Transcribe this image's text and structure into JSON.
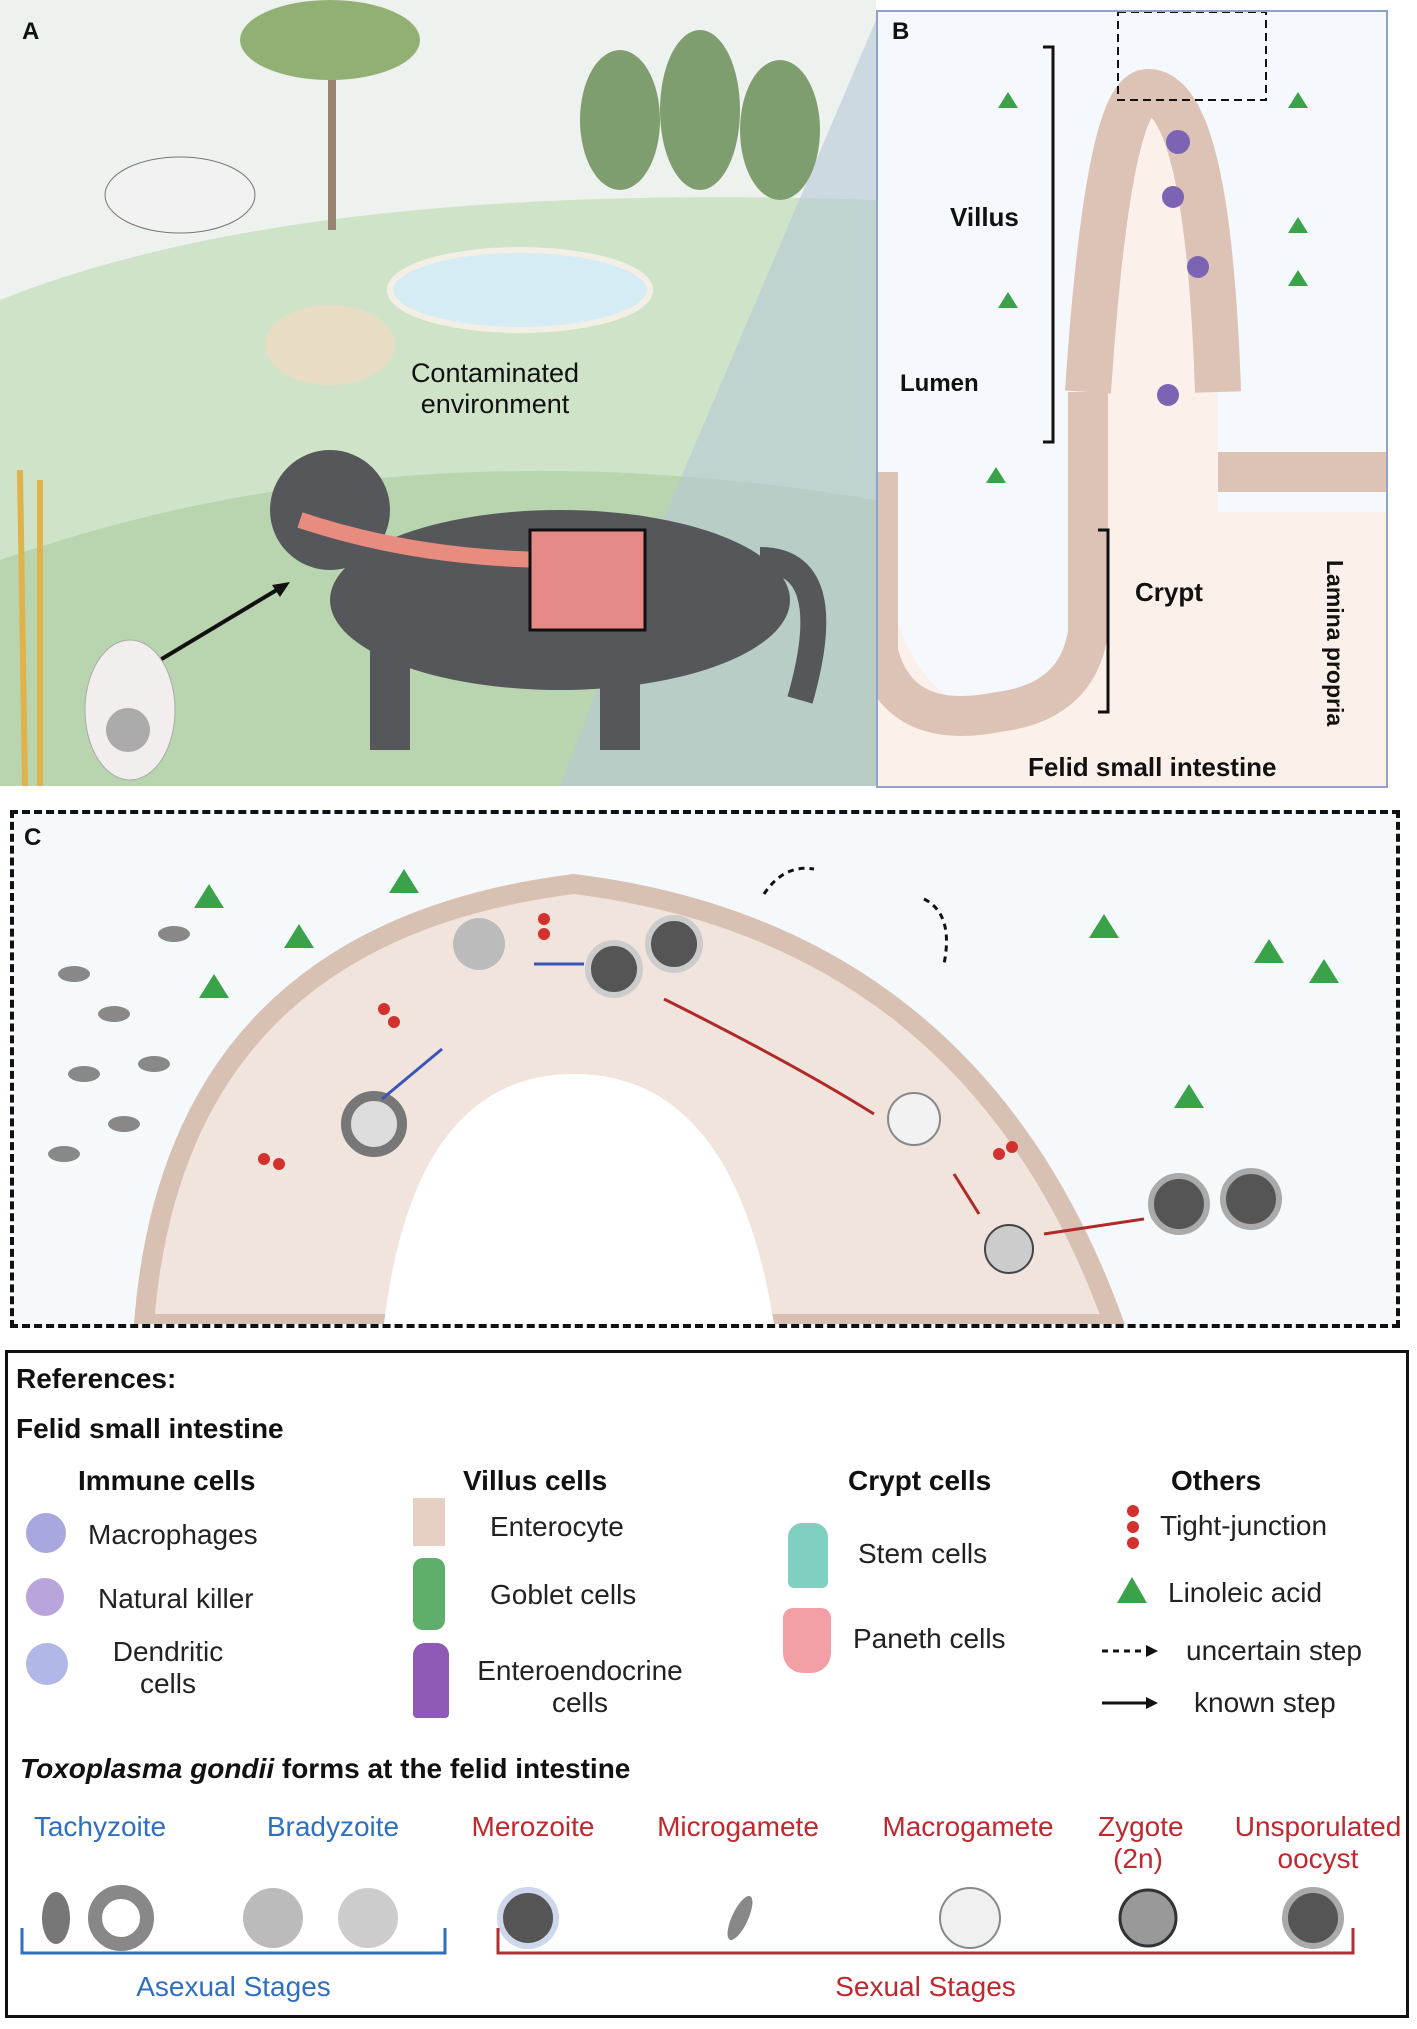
{
  "panel_a": {
    "letter": "A",
    "environment_label_line1": "Contaminated",
    "environment_label_line2": "environment"
  },
  "panel_b": {
    "letter": "B",
    "villus": "Villus",
    "lumen": "Lumen",
    "crypt": "Crypt",
    "lamina_propria": "Lamina propria",
    "title": "Felid small intestine"
  },
  "panel_c": {
    "letter": "C"
  },
  "references": {
    "title": "References:",
    "subtitle": "Felid small intestine",
    "immune": {
      "heading": "Immune cells",
      "items": [
        "Macrophages",
        "Natural killer",
        "Dendritic cells"
      ]
    },
    "villus": {
      "heading": "Villus cells",
      "items": [
        "Enterocyte",
        "Goblet cells",
        "Enteroendocrine cells"
      ]
    },
    "crypt": {
      "heading": "Crypt cells",
      "items": [
        "Stem cells",
        "Paneth cells"
      ]
    },
    "others": {
      "heading": "Others",
      "items": [
        "Tight-junction",
        "Linoleic acid",
        "uncertain step",
        "known step"
      ]
    },
    "toxo_title_italic": "Toxoplasma gondii",
    "toxo_title_rest": " forms at the felid intestine",
    "stages": [
      "Tachyzoite",
      "Bradyzoite",
      "Merozoite",
      "Microgamete",
      "Macrogamete",
      "Zygote (2n)",
      "Unsporulated oocyst"
    ],
    "asexual": "Asexual Stages",
    "sexual": "Sexual Stages"
  },
  "colors": {
    "asexual": "#2f6fc0",
    "sexual": "#c0282d",
    "acid": "#3aa34a",
    "junction": "#d2312e"
  }
}
